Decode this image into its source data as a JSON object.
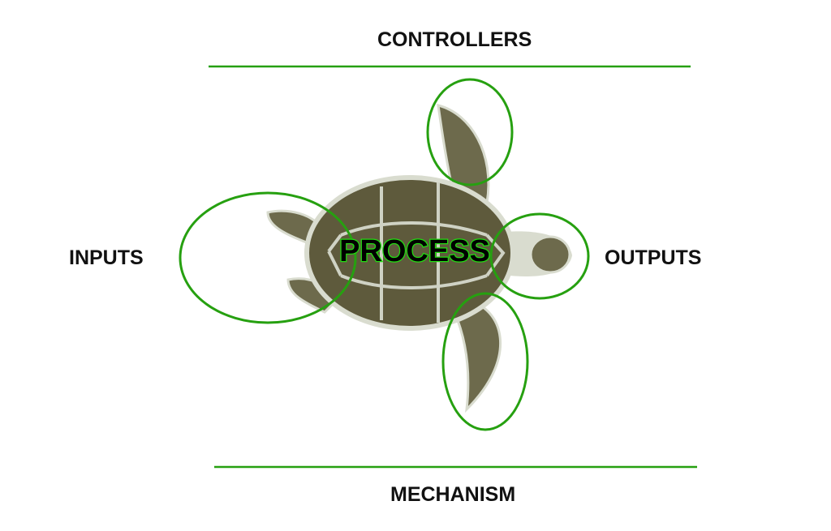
{
  "labels": {
    "controllers": "CONTROLLERS",
    "inputs": "INPUTS",
    "process": "PROCESS",
    "outputs": "OUTPUTS",
    "mechanism": "MECHANISM"
  },
  "colors": {
    "accent": "#26a010",
    "process_outline": "#22dd11",
    "shell": "#5e5a3c",
    "skin": "#d9dccf"
  }
}
